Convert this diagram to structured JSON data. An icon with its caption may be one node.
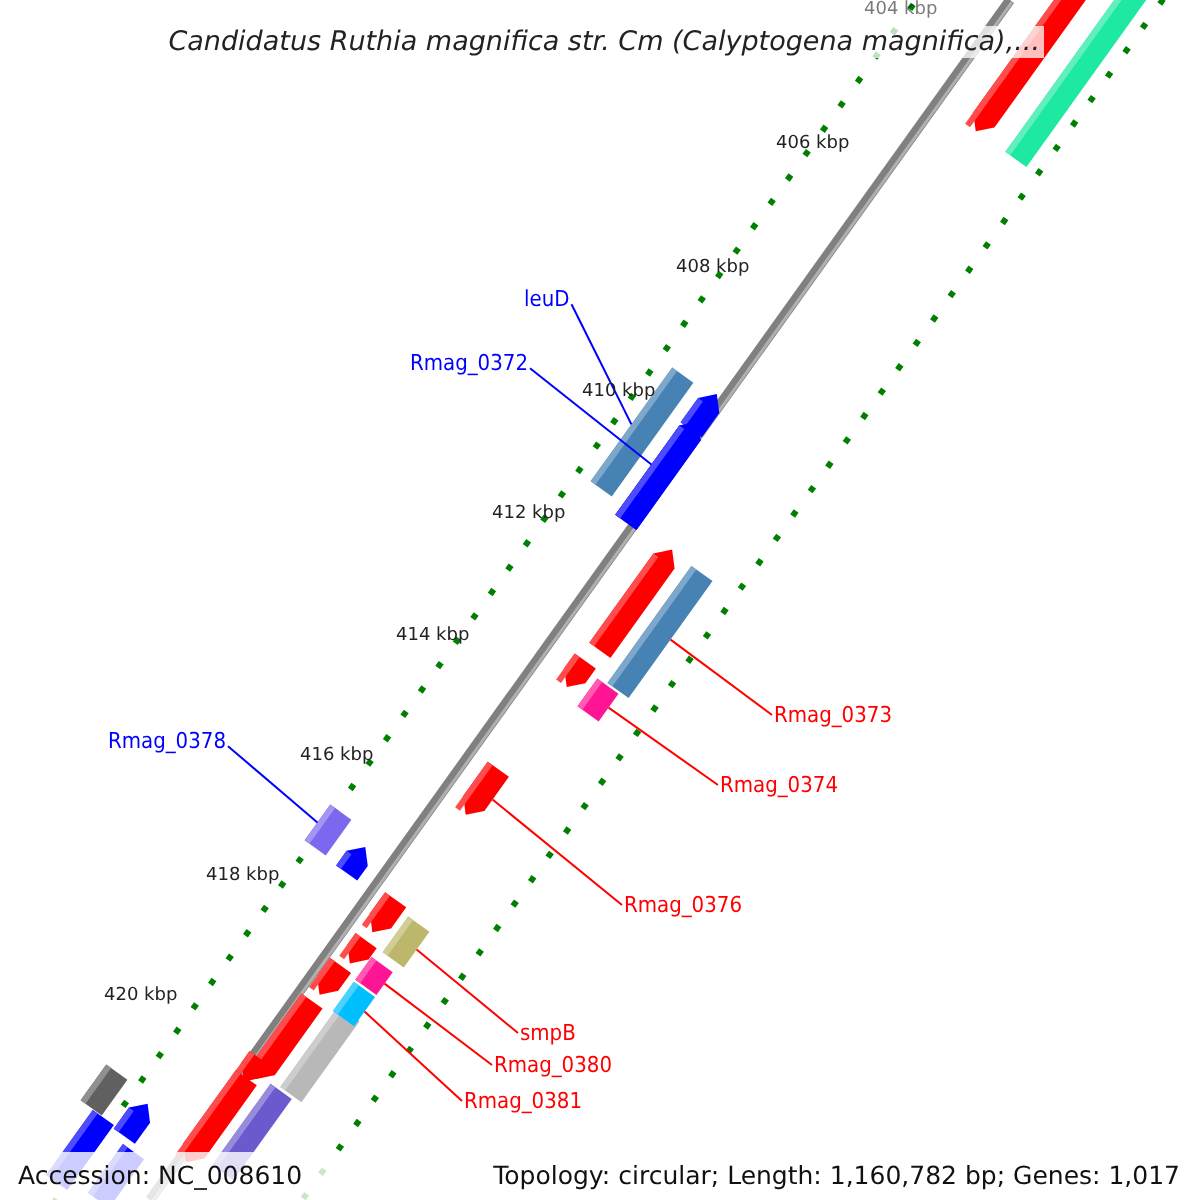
{
  "diagram": {
    "title": "Candidatus Ruthia magnifica str. Cm (Calyptogena magnifica),...",
    "nodes": [
      {
        "text": [
          "leuD"
        ]
      },
      {
        "text": [],
        "shape": "bar"
      },
      {
        "text": [
          "Rmag_0372"
        ]
      },
      {
        "text": [],
        "shape": "arrow"
      },
      {
        "text": [
          "Rmag_0373"
        ]
      },
      {
        "text": [],
        "shape": "bar"
      },
      {
        "text": [
          "Rmag_0374"
        ]
      },
      {
        "text": [],
        "shape": "bar"
      },
      {
        "text": [
          "Rmag_0378"
        ]
      },
      {
        "text": [],
        "shape": "bar"
      },
      {
        "text": [
          "Rmag_0376"
        ]
      },
      {
        "text": [],
        "shape": "arrow"
      },
      {
        "text": [
          "smpB"
        ]
      },
      {
        "text": [],
        "shape": "bar"
      },
      {
        "text": [
          "Rmag_0380"
        ]
      },
      {
        "text": [],
        "shape": "bar"
      },
      {
        "text": [
          "Rmag_0381"
        ]
      },
      {
        "text": [],
        "shape": "bar"
      }
    ],
    "edges": [
      {
        "from": 0,
        "to": 1,
        "arrow": "none",
        "color": "#0000ff"
      },
      {
        "from": 2,
        "to": 3,
        "arrow": "none",
        "color": "#0000ff"
      },
      {
        "from": 4,
        "to": 5,
        "arrow": "none"
      },
      {
        "from": 6,
        "to": 7,
        "arrow": "none"
      },
      {
        "from": 8,
        "to": 9,
        "arrow": "none",
        "color": "#0000ff"
      },
      {
        "from": 10,
        "to": 11,
        "arrow": "none"
      },
      {
        "from": 12,
        "to": 13,
        "arrow": "none"
      },
      {
        "from": 14,
        "to": 15,
        "arrow": "none"
      },
      {
        "from": 16,
        "to": 17,
        "arrow": "none"
      }
    ],
    "labels": [
      "404 kbp",
      "406 kbp",
      "408 kbp",
      "410 kbp",
      "412 kbp",
      "414 kbp",
      "416 kbp",
      "418 kbp",
      "420 kbp",
      "Accession: NC_008610",
      "Topology: circular; Length: 1,160,782 bp; Genes: 1,017"
    ]
  }
}
